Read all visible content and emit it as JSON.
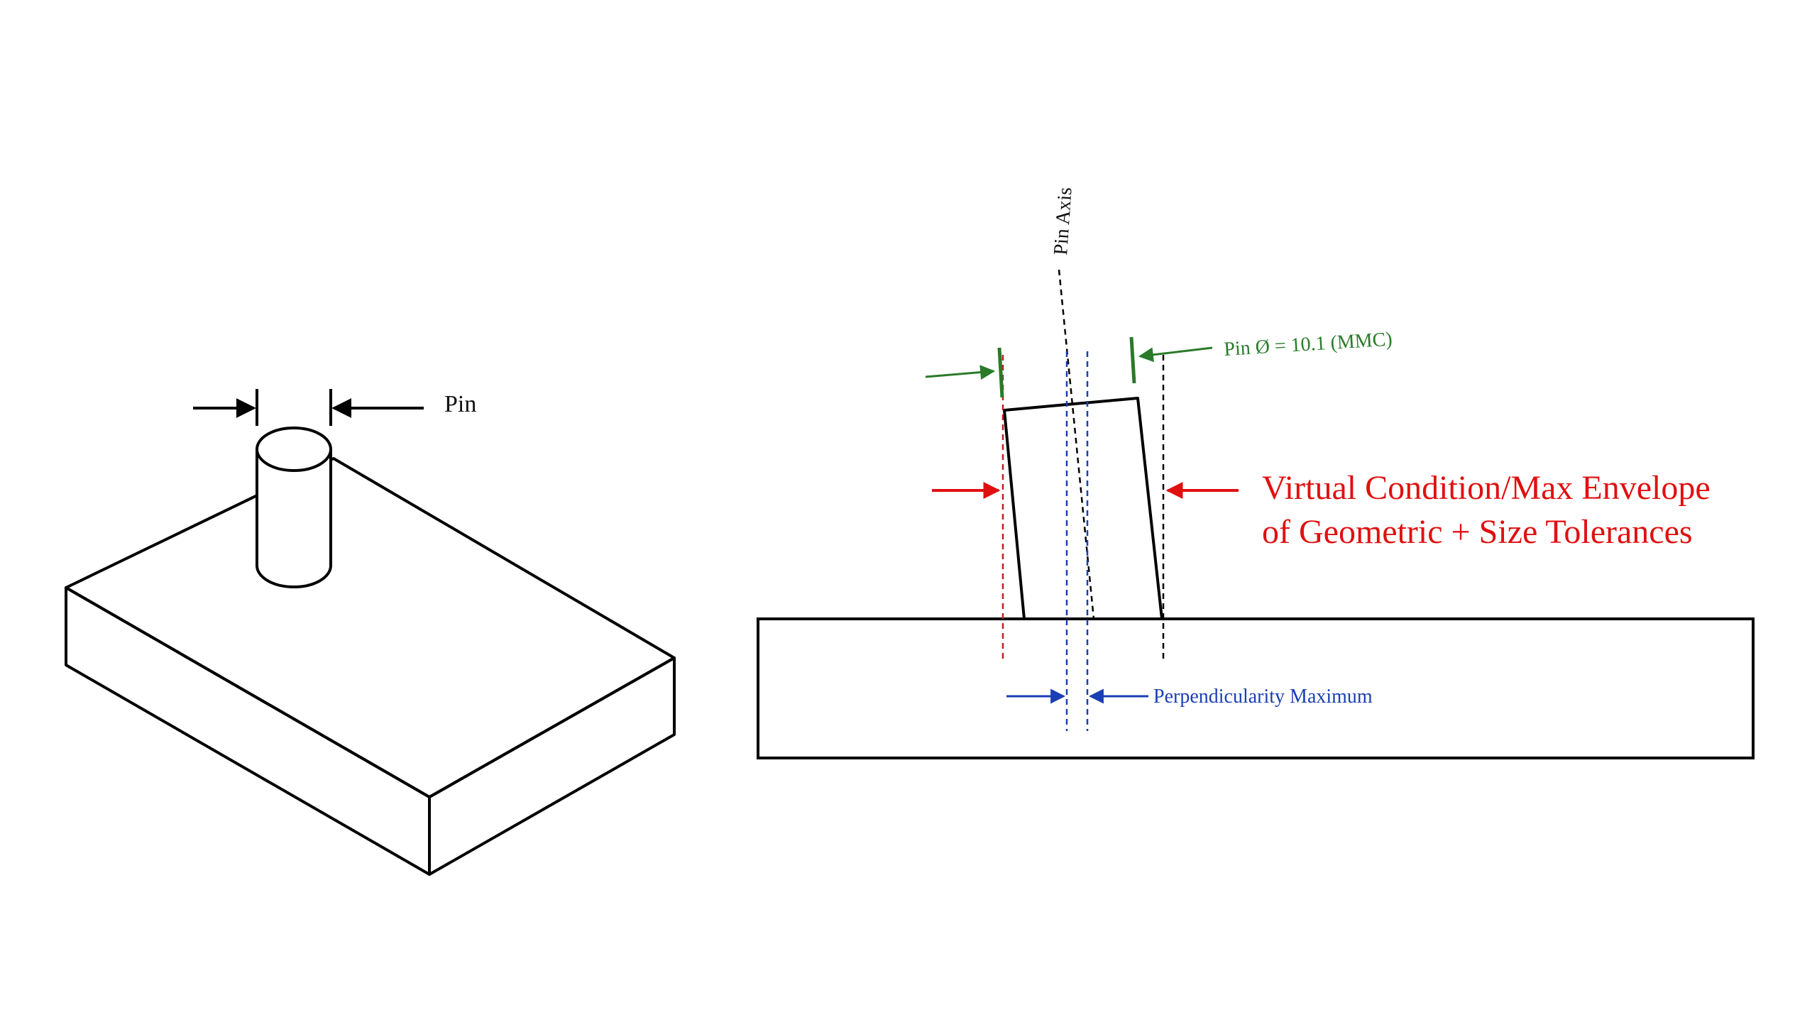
{
  "labels": {
    "pin": "Pin",
    "pin_axis": "Pin Axis",
    "pin_diameter": "Pin Ø = 10.1 (MMC)",
    "virtual_condition_line1": "Virtual Condition/Max Envelope",
    "virtual_condition_line2": "of Geometric + Size Tolerances",
    "perpendicularity": "Perpendicularity Maximum"
  },
  "colors": {
    "outline": "#000000",
    "green": "#2a7a2a",
    "red": "#e01010",
    "blue": "#1a3fb4",
    "background": "#ffffff"
  }
}
